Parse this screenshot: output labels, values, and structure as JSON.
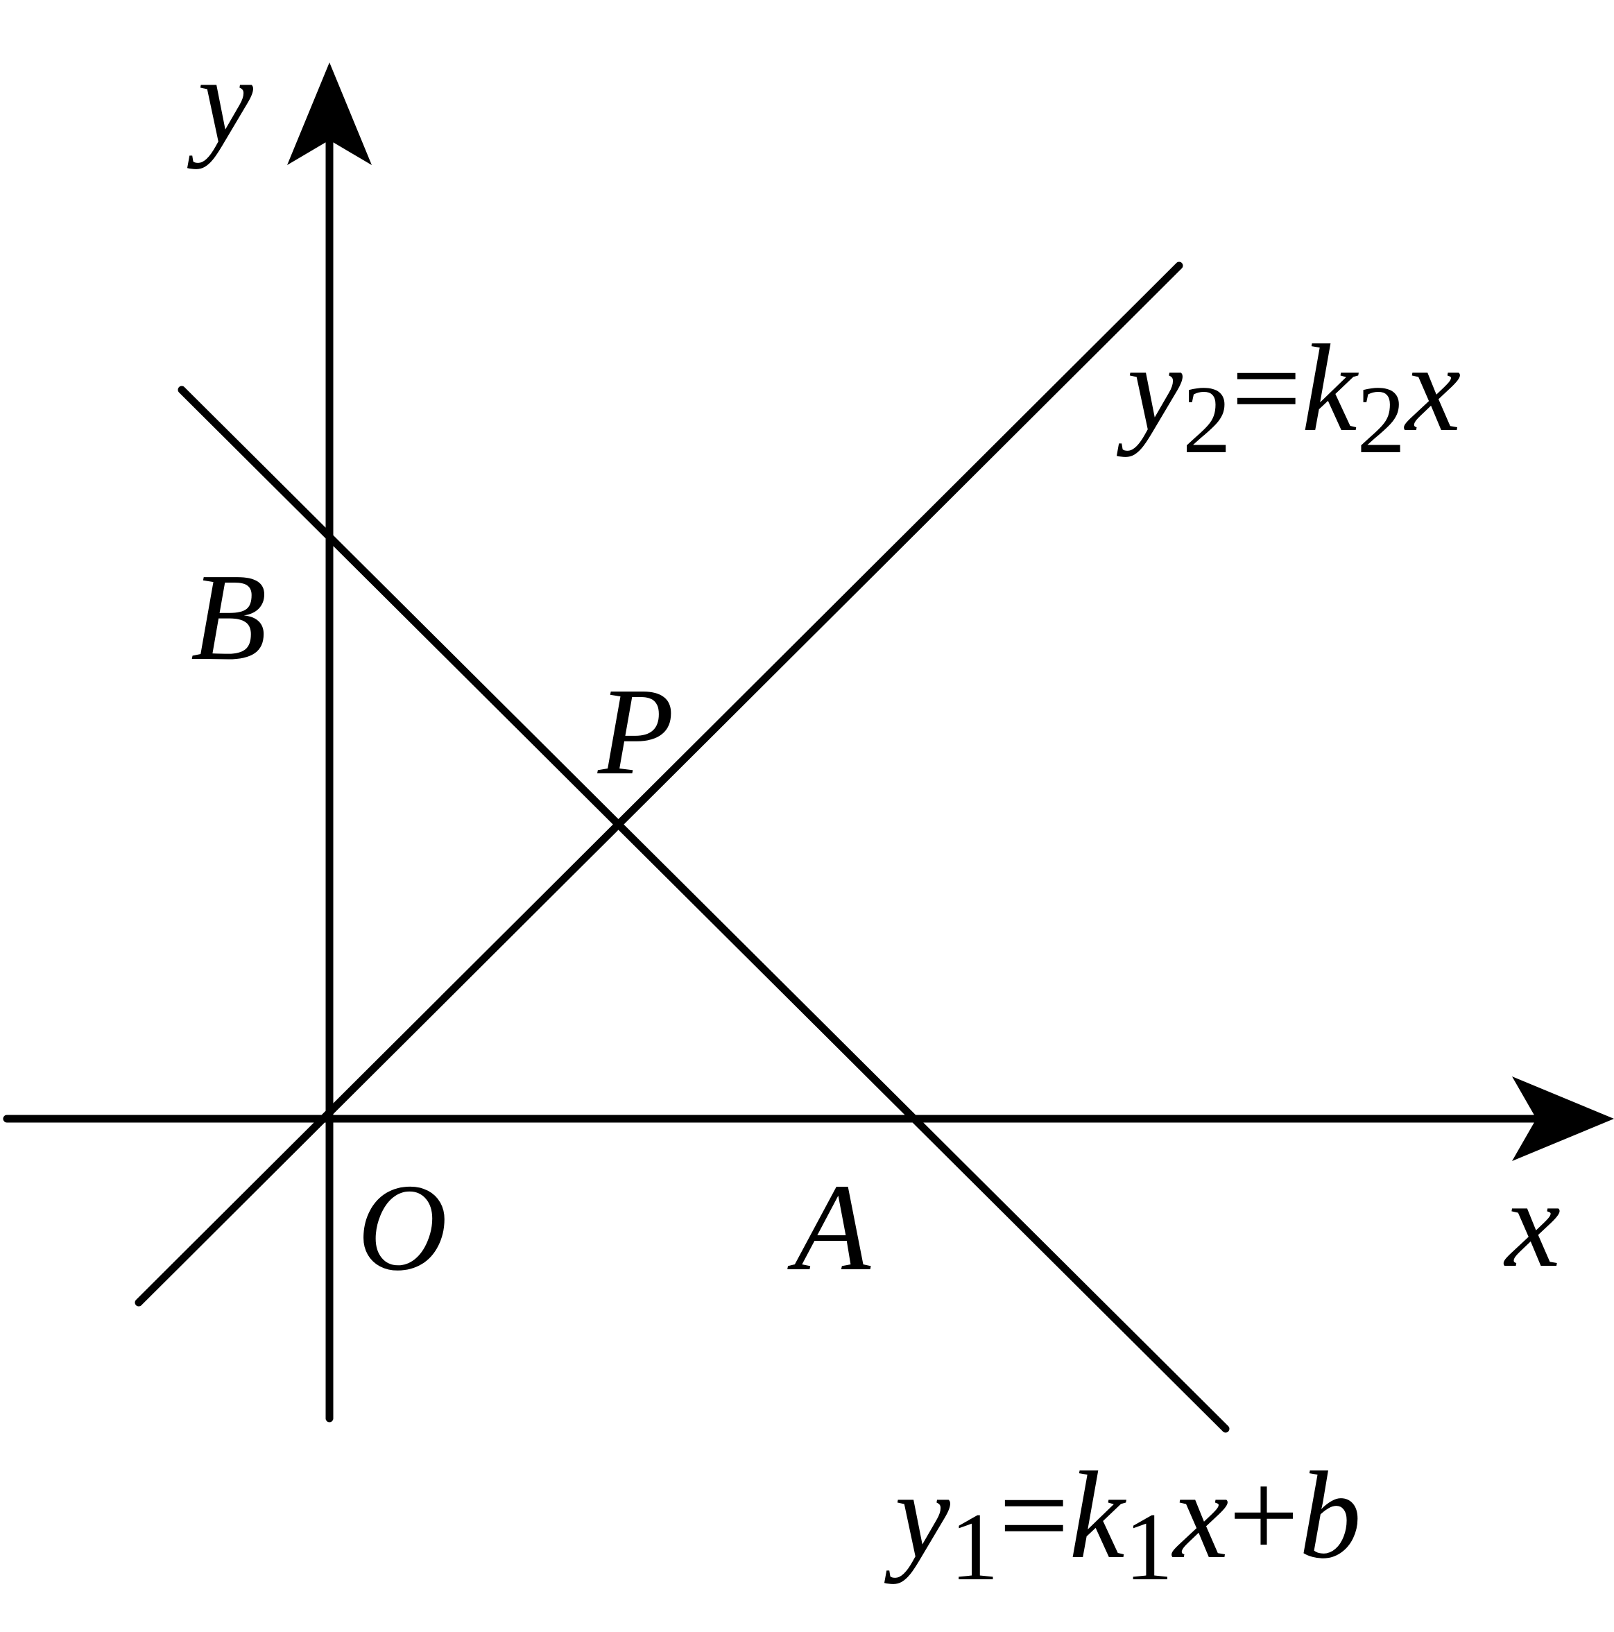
{
  "diagram": {
    "axes": {
      "x_label": "x",
      "y_label": "y",
      "origin_label": "O"
    },
    "points": {
      "A": "A",
      "B": "B",
      "P": "P"
    },
    "line1": {
      "y": "y",
      "y_sub": "1",
      "equals": "=",
      "k": "k",
      "k_sub": "1",
      "x": "x",
      "plus": "+",
      "b": "b"
    },
    "line2": {
      "y": "y",
      "y_sub": "2",
      "equals": "=",
      "k": "k",
      "k_sub": "2",
      "x": "x"
    },
    "colors": {
      "ink": "#000000",
      "background": "#ffffff"
    }
  }
}
